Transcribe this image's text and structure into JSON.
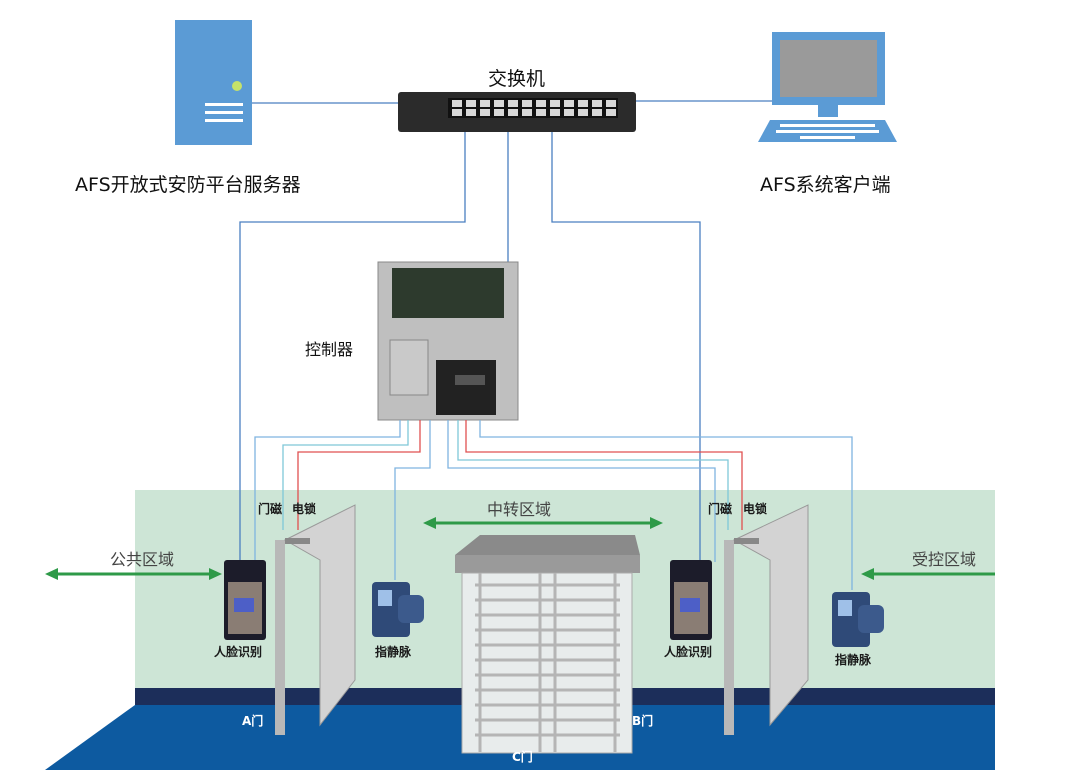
{
  "server": {
    "label": "AFS开放式安防平台服务器"
  },
  "client": {
    "label": "AFS系统客户端"
  },
  "switch": {
    "label": "交换机"
  },
  "controller": {
    "label": "控制器"
  },
  "zones": {
    "public": "公共区域",
    "transit": "中转区域",
    "controlled": "受控区域"
  },
  "door_a": {
    "door_sensor": "门磁",
    "electric_lock": "电锁",
    "face_recognition": "人脸识别",
    "finger_vein": "指静脉",
    "label": "A门"
  },
  "door_b": {
    "door_sensor": "门磁",
    "electric_lock": "电锁",
    "face_recognition": "人脸识别",
    "finger_vein": "指静脉",
    "label": "B门"
  },
  "door_c": {
    "label": "C门"
  },
  "colors": {
    "network": "#4a7fc1",
    "device_blue": "#5b9bd5",
    "wire_red": "#e05050",
    "zone_arrow": "#2e9a48",
    "wall": "#cfe6d8",
    "floor": "#0d5aa0"
  }
}
